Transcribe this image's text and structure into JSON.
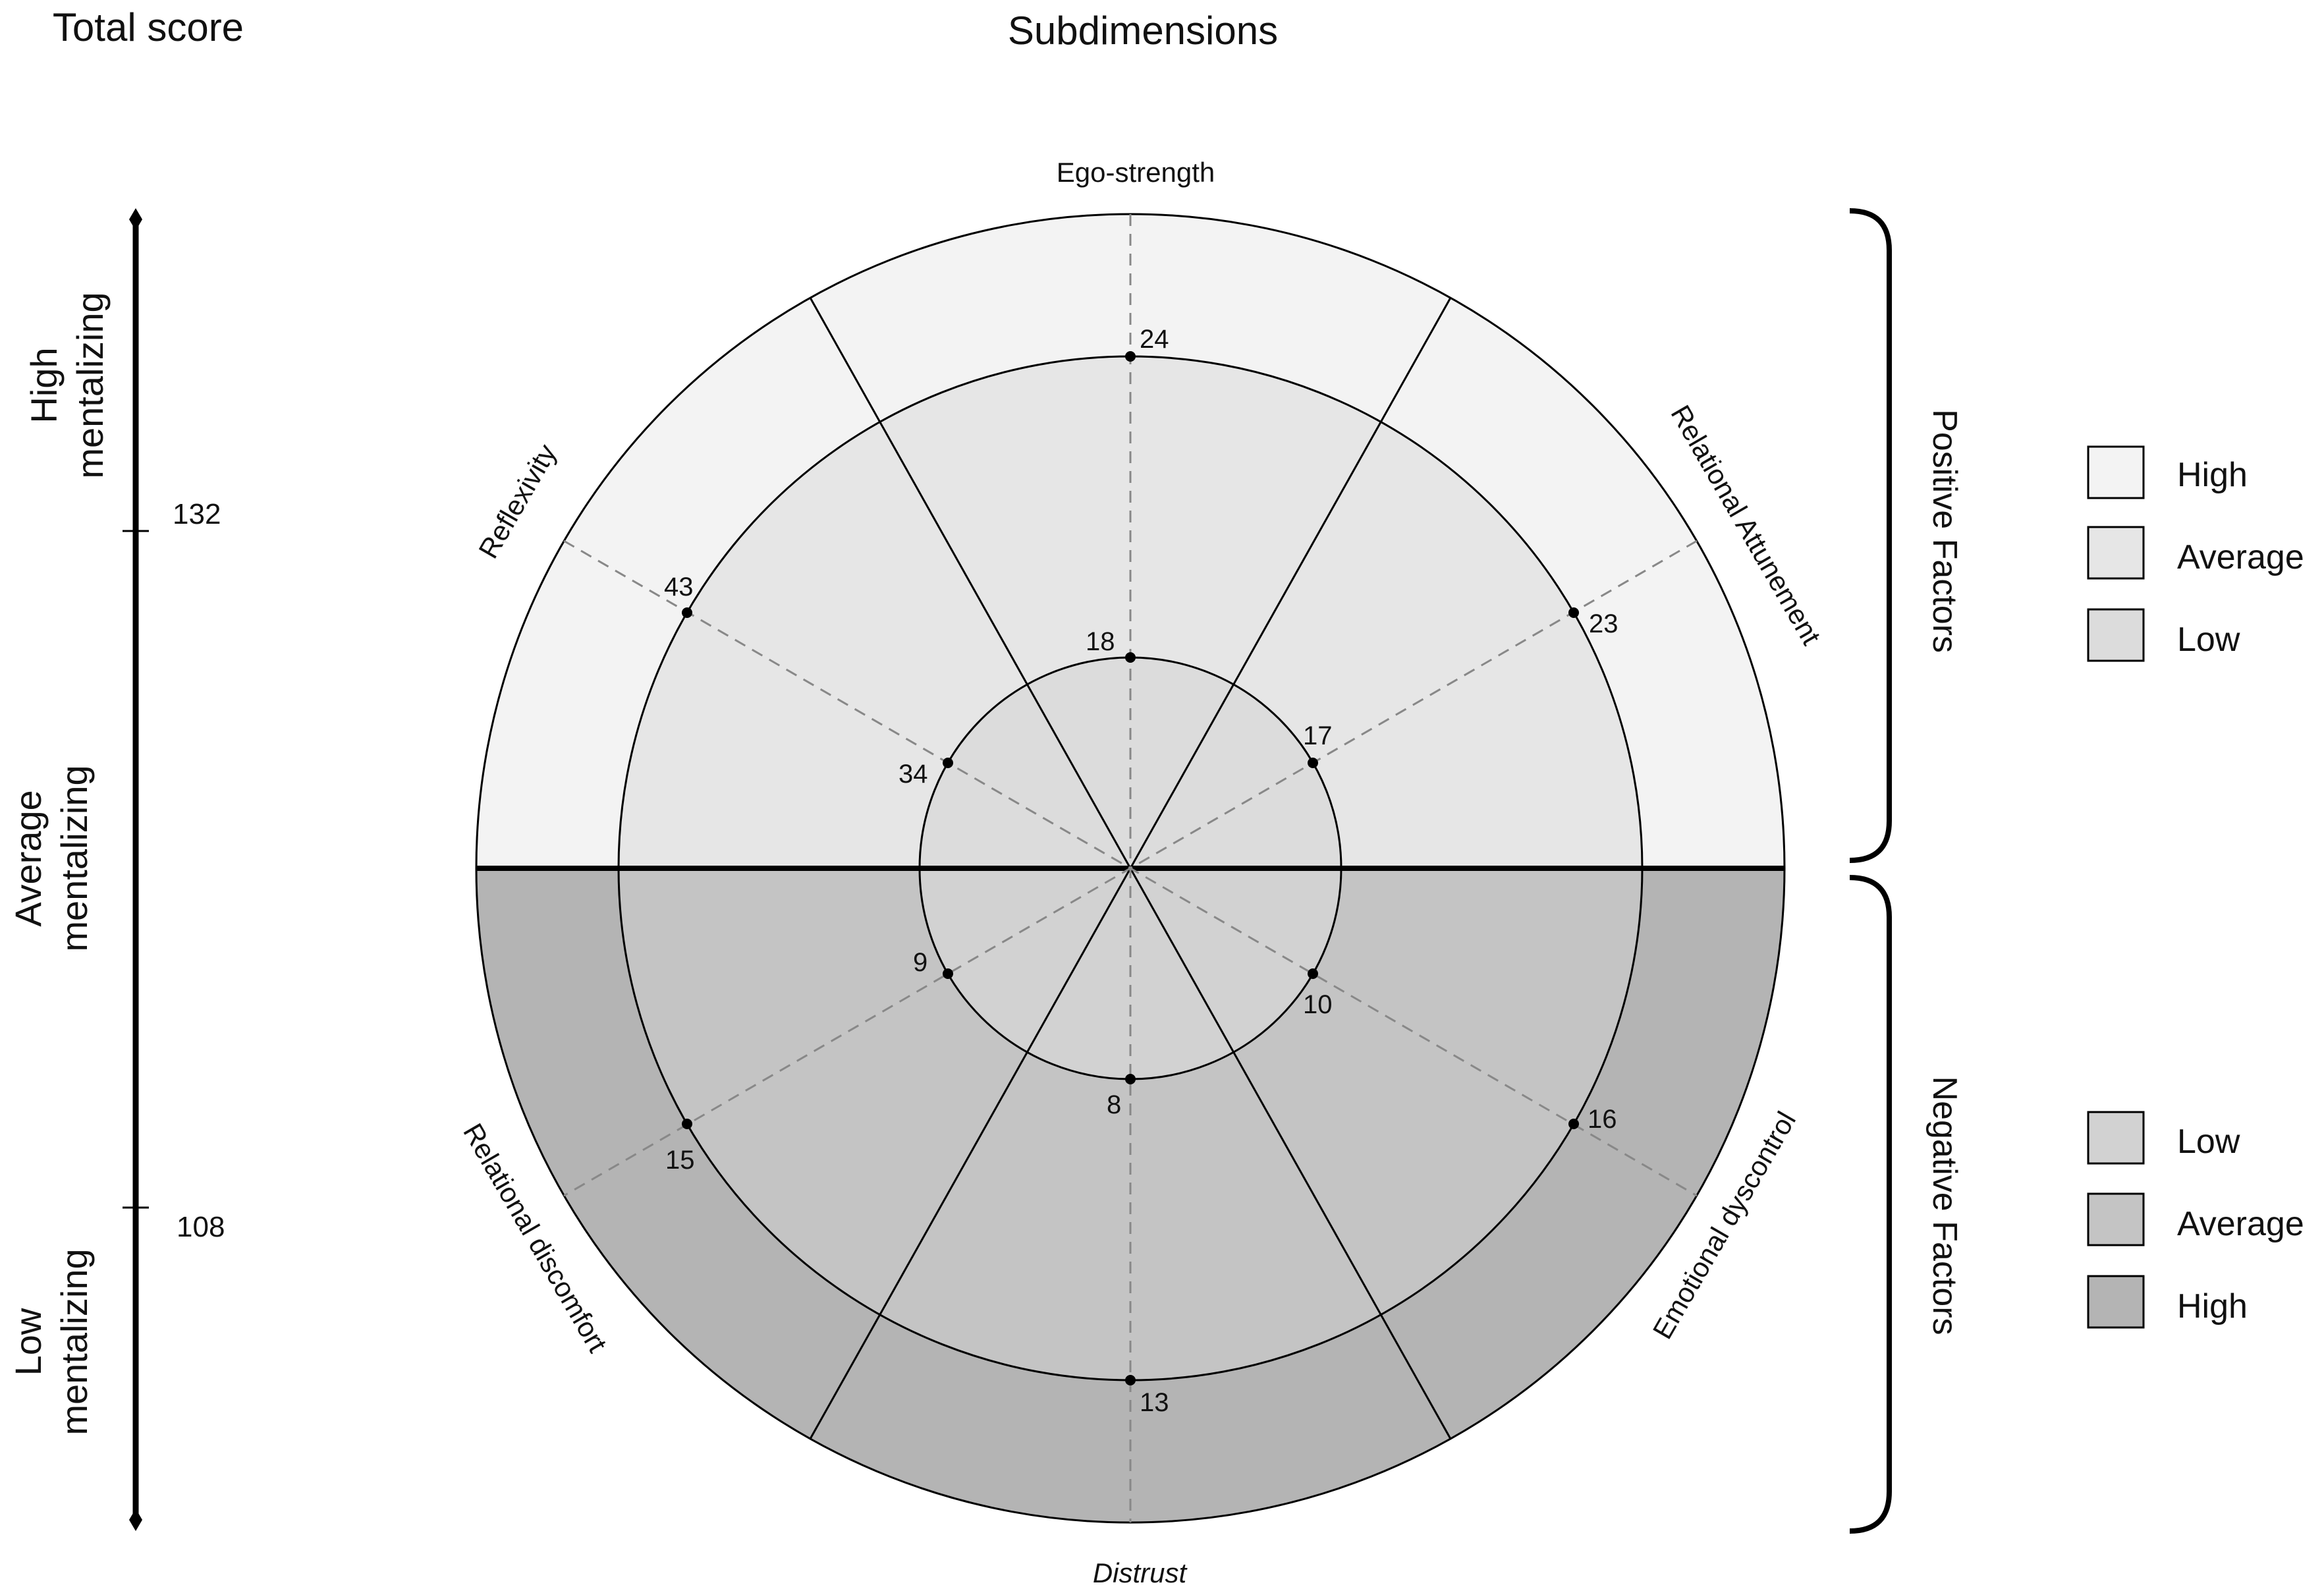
{
  "headers": {
    "total_score": "Total score",
    "subdimensions": "Subdimensions"
  },
  "scale": {
    "levels": [
      {
        "line1": "High",
        "line2": "mentalizing"
      },
      {
        "line1": "Average",
        "line2": "mentalizing"
      },
      {
        "line1": "Low",
        "line2": "mentalizing"
      }
    ],
    "cutoffs": [
      "132",
      "108"
    ]
  },
  "subdimensions": {
    "ego_strength": "Ego-strength",
    "relational_attunement": "Relational Attunement",
    "reflexivity": "Reflexivity",
    "emotional_dyscontrol": "Emotional dyscontrol",
    "relational_discomfort": "Relational discomfort",
    "distrust": "Distrust"
  },
  "thresholds": {
    "ego_strength": {
      "inner": "18",
      "outer": "24"
    },
    "relational_attunement": {
      "inner": "17",
      "outer": "23"
    },
    "reflexivity": {
      "inner": "34",
      "outer": "43"
    },
    "emotional_dyscontrol": {
      "inner": "10",
      "outer": "16"
    },
    "relational_discomfort": {
      "inner": "9",
      "outer": "15"
    },
    "distrust": {
      "inner": "8",
      "outer": "13"
    }
  },
  "groups": {
    "positive": "Positive Factors",
    "negative": "Negative Factors"
  },
  "legend": {
    "positive": [
      {
        "label": "High",
        "color": "#f3f3f3"
      },
      {
        "label": "Average",
        "color": "#e6e6e6"
      },
      {
        "label": "Low",
        "color": "#dcdcdc"
      }
    ],
    "negative": [
      {
        "label": "Low",
        "color": "#d2d2d2"
      },
      {
        "label": "Average",
        "color": "#c4c4c4"
      },
      {
        "label": "High",
        "color": "#b4b4b4"
      }
    ]
  },
  "colors": {
    "positive_outer": "#f3f3f3",
    "positive_middle": "#e6e6e6",
    "positive_inner": "#dcdcdc",
    "negative_inner": "#d2d2d2",
    "negative_middle": "#c4c4c4",
    "negative_outer": "#b4b4b4"
  }
}
